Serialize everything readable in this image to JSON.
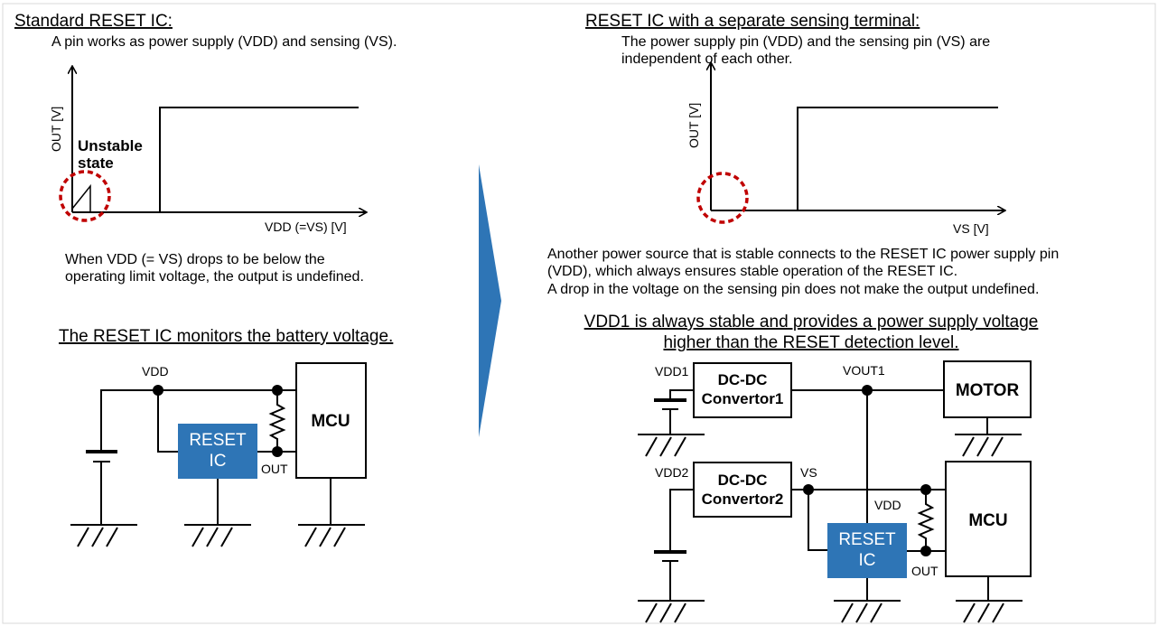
{
  "left": {
    "title": "Standard RESET IC:",
    "subtitle": "A pin works as power supply (VDD) and sensing (VS).",
    "graph": {
      "ylabel": "OUT [V]",
      "xlabel": "VDD (=VS) [V]",
      "unstable_line1": "Unstable",
      "unstable_line2": "state"
    },
    "note_line1": "When VDD (= VS) drops to be below the",
    "note_line2": "operating limit voltage, the output is undefined.",
    "circuit_title": "The RESET IC monitors the battery voltage.",
    "circuit": {
      "vdd": "VDD",
      "ic_line1": "RESET",
      "ic_line2": "IC",
      "out": "OUT",
      "mcu": "MCU"
    }
  },
  "right": {
    "title": "RESET IC with a separate sensing terminal:",
    "subtitle_line1": "The power supply pin (VDD) and the sensing pin (VS) are",
    "subtitle_line2": "independent of each other.",
    "graph": {
      "ylabel": "OUT [V]",
      "xlabel": "VS [V]"
    },
    "note_line1": "Another power source that is stable connects to the RESET IC power supply pin",
    "note_line2": "(VDD), which always ensures stable operation of the RESET IC.",
    "note_line3": "A drop in the voltage on the sensing pin does not make the output undefined.",
    "circuit_title_line1": "VDD1 is always stable and provides a power supply voltage",
    "circuit_title_line2": "higher than the RESET detection level.",
    "circuit": {
      "vdd1": "VDD1",
      "conv1_line1": "DC-DC",
      "conv1_line2": "Convertor1",
      "vout1": "VOUT1",
      "motor": "MOTOR",
      "vdd2": "VDD2",
      "conv2_line1": "DC-DC",
      "conv2_line2": "Convertor2",
      "vs": "VS",
      "vdd": "VDD",
      "ic_line1": "RESET",
      "ic_line2": "IC",
      "out": "OUT",
      "mcu": "MCU"
    }
  },
  "colors": {
    "ic_blue": "#2e75b6",
    "arrow_blue": "#2e75b6",
    "unstable_circle": "#c00000"
  }
}
